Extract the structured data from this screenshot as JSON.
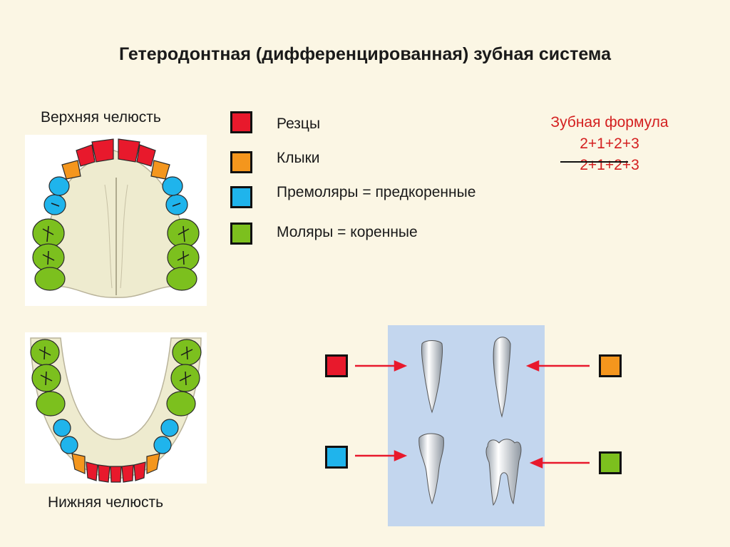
{
  "title": "Гетеродонтная (дифференцированная) зубная система",
  "upper_jaw_label": "Верхняя челюсть",
  "lower_jaw_label": "Нижняя челюсть",
  "legend": [
    {
      "label": "Резцы",
      "color": "#e8192c"
    },
    {
      "label": "Клыки",
      "color": "#f4961d"
    },
    {
      "label": "Премоляры = предкоренные",
      "color": "#1fb4ec"
    },
    {
      "label": "Моляры = коренные",
      "color": "#7cc01e"
    }
  ],
  "formula": {
    "title": "Зубная формула",
    "upper": "2+1+2+3",
    "lower": "2+1+2+3"
  },
  "colors": {
    "incisor": "#e8192c",
    "canine": "#f4961d",
    "premolar": "#1fb4ec",
    "molar": "#7cc01e",
    "arrow": "#e8192c",
    "panel": "#c3d6ee",
    "background": "#fbf6e4"
  }
}
